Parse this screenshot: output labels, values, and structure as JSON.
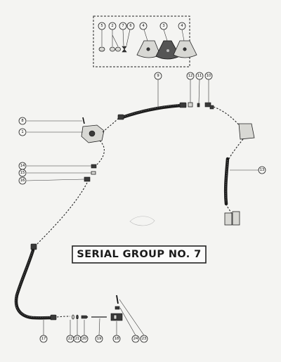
{
  "banner": {
    "text": "SERIAL GROUP NO. 7"
  },
  "callouts": {
    "kit": [
      "5",
      "2",
      "7",
      "6",
      "4",
      "3",
      "4"
    ],
    "top": [
      "9",
      "12",
      "11",
      "10"
    ],
    "left": [
      "8",
      "1",
      "14",
      "15",
      "16"
    ],
    "right": [
      "13"
    ],
    "bottom": [
      "17",
      "22",
      "21",
      "20",
      "19",
      "18",
      "24",
      "23"
    ]
  }
}
